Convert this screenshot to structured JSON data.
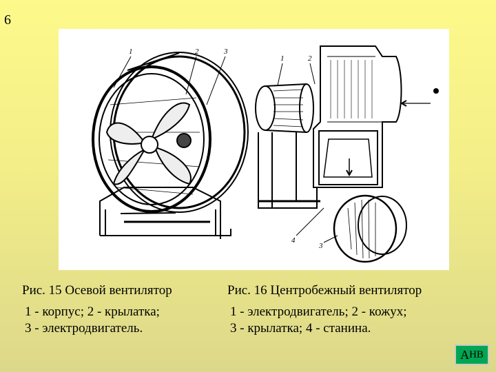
{
  "slide": {
    "number": "6"
  },
  "figure15": {
    "title": "Рис. 15 Осевой вентилятор",
    "legend_line1": "1 - корпус; 2 - крылатка;",
    "legend_line2": "3 - электродвигатель.",
    "callouts": [
      "1",
      "2",
      "3"
    ]
  },
  "figure16": {
    "title": "Рис. 16 Центробежный вентилятор",
    "legend_line1": "1 - электродвигатель; 2 - кожух;",
    "legend_line2": "3 - крылатка; 4 - станина.",
    "callouts": [
      "1",
      "2",
      "3",
      "4"
    ]
  },
  "nav": {
    "label_main": "А",
    "label_sub": "НВ",
    "color": "#00a651"
  }
}
